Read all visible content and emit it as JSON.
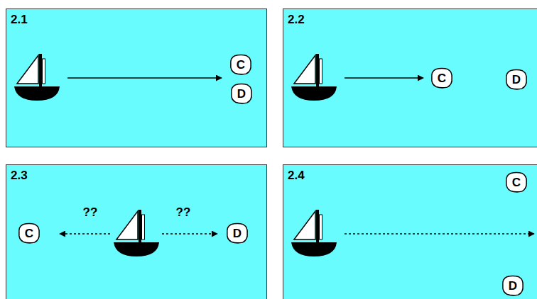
{
  "diagram": {
    "nodes": [
      {
        "text": [
          "2.1"
        ]
      },
      {
        "text": [
          "C"
        ],
        "in": 0
      },
      {
        "text": [
          "D"
        ],
        "in": 0
      },
      {
        "text": [
          "2.2"
        ]
      },
      {
        "text": [
          "C"
        ],
        "in": 3
      },
      {
        "text": [
          "D"
        ],
        "in": 3
      },
      {
        "text": [
          "2.3"
        ]
      },
      {
        "text": [
          "C"
        ],
        "in": 6
      },
      {
        "text": [
          "D"
        ],
        "in": 6
      },
      {
        "text": [
          "2.4"
        ]
      },
      {
        "text": [
          "C"
        ],
        "in": 9
      },
      {
        "text": [
          "D"
        ],
        "in": 9
      }
    ],
    "labels": [
      "??",
      "??"
    ]
  }
}
